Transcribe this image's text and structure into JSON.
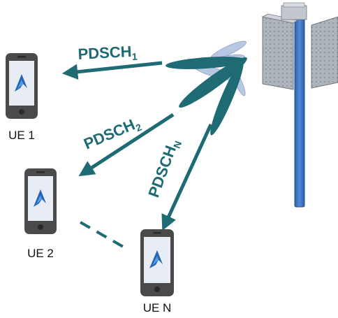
{
  "labels": {
    "pdsch_1_main": "PDSCH",
    "pdsch_1_sub": "1",
    "pdsch_2_main": "PDSCH",
    "pdsch_2_sub": "2",
    "pdsch_n_main": "PDSCH",
    "pdsch_n_sub": "N"
  },
  "ues": [
    {
      "label": "UE 1"
    },
    {
      "label": "UE 2"
    },
    {
      "label": "UE N"
    }
  ],
  "colors": {
    "teal": "#1e6b73",
    "beam_light": "#b8c7e2",
    "pole": "#3f76c6",
    "panel": "#9ea4ab",
    "phone_body": "#4a4a4a",
    "screen": "#e7ecf5",
    "logo": "#2366b8"
  },
  "icons": [
    "base-station-icon",
    "antenna-panel-icon",
    "smartphone-icon",
    "beam-lobe-icon",
    "arrow-icon"
  ]
}
